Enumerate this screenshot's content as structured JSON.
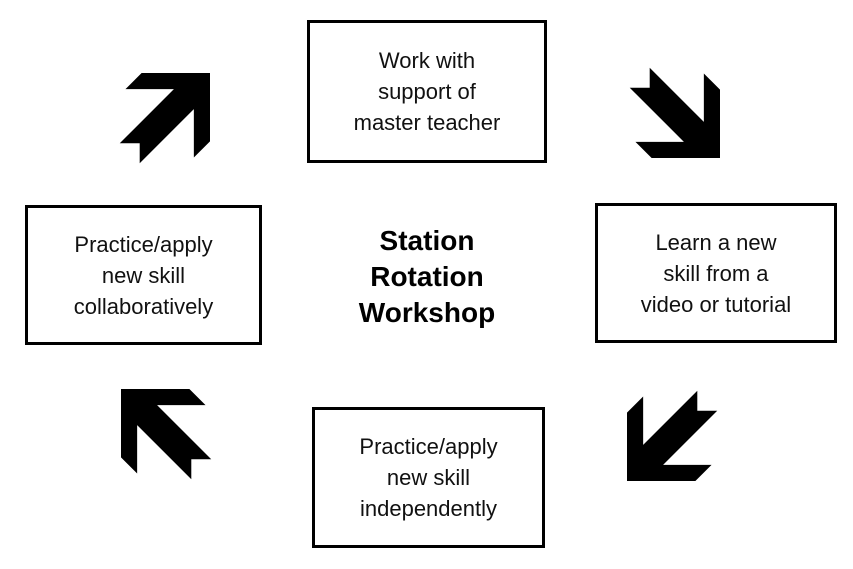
{
  "title": "Station\nRotation\nWorkshop",
  "stations": [
    {
      "id": "top",
      "label": "Work with\nsupport of\nmaster teacher"
    },
    {
      "id": "right",
      "label": "Learn a new\nskill from a\nvideo or tutorial"
    },
    {
      "id": "bottom",
      "label": "Practice/apply\nnew skill\nindependently"
    },
    {
      "id": "left",
      "label": "Practice/apply\nnew skill\ncollaboratively"
    }
  ],
  "arrows": [
    {
      "id": "left-to-top",
      "direction": "northeast"
    },
    {
      "id": "top-to-right",
      "direction": "southeast"
    },
    {
      "id": "right-to-bottom",
      "direction": "southwest"
    },
    {
      "id": "bottom-to-left",
      "direction": "northwest"
    }
  ],
  "colors": {
    "background": "#ffffff",
    "box_border": "#000000",
    "box_text": "#111111",
    "title_text": "#000000",
    "arrow": "#000000"
  }
}
